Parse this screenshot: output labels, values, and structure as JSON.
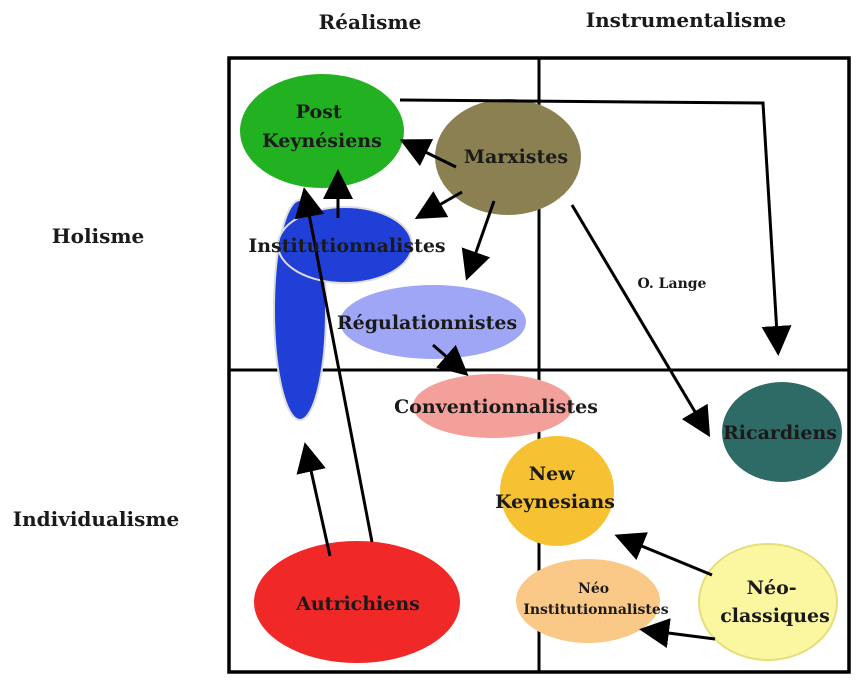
{
  "axes": {
    "columns": [
      "Réalisme",
      "Instrumentalisme"
    ],
    "rows": [
      "Holisme",
      "Individualisme"
    ]
  },
  "nodes": {
    "post_keynesiens": {
      "lines": [
        "Post",
        "Keynésiens"
      ],
      "color": "#22b121"
    },
    "marxistes": {
      "lines": [
        "Marxistes"
      ],
      "color": "#8b8052"
    },
    "institutionnalistes": {
      "lines": [
        "Institutionnalistes"
      ],
      "color": "#1f3fd6"
    },
    "regulationnistes": {
      "lines": [
        "Régulationnistes"
      ],
      "color": "#9ea6f5"
    },
    "conventionnalistes": {
      "lines": [
        "Conventionnalistes"
      ],
      "color": "#f4a09a"
    },
    "ricardiens": {
      "lines": [
        "Ricardiens"
      ],
      "color": "#2e6a66"
    },
    "new_keynesians": {
      "lines": [
        "New",
        "Keynesians"
      ],
      "color": "#f6c233"
    },
    "neo_institutionnalistes": {
      "lines": [
        "Néo",
        "Institutionnalistes"
      ],
      "color": "#fbc987"
    },
    "neo_classiques": {
      "lines": [
        "Néo-",
        "classiques"
      ],
      "color": "#fbf6a0"
    },
    "autrichiens": {
      "lines": [
        "Autrichiens"
      ],
      "color": "#f02828"
    }
  },
  "edge_label": "O. Lange"
}
